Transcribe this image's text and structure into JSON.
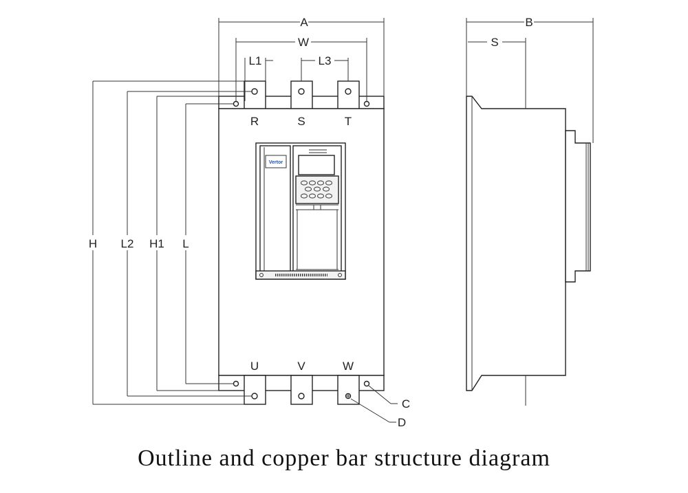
{
  "dimension_labels": {
    "A": "A",
    "W": "W",
    "L1": "L1",
    "L3": "L3",
    "H": "H",
    "L2": "L2",
    "H1": "H1",
    "L": "L",
    "B": "B",
    "S": "S",
    "C": "C",
    "D": "D"
  },
  "terminals": {
    "input": [
      "R",
      "S",
      "T"
    ],
    "output": [
      "U",
      "V",
      "W"
    ]
  },
  "logo_text": "Vertor",
  "caption": "Outline and copper bar structure diagram"
}
